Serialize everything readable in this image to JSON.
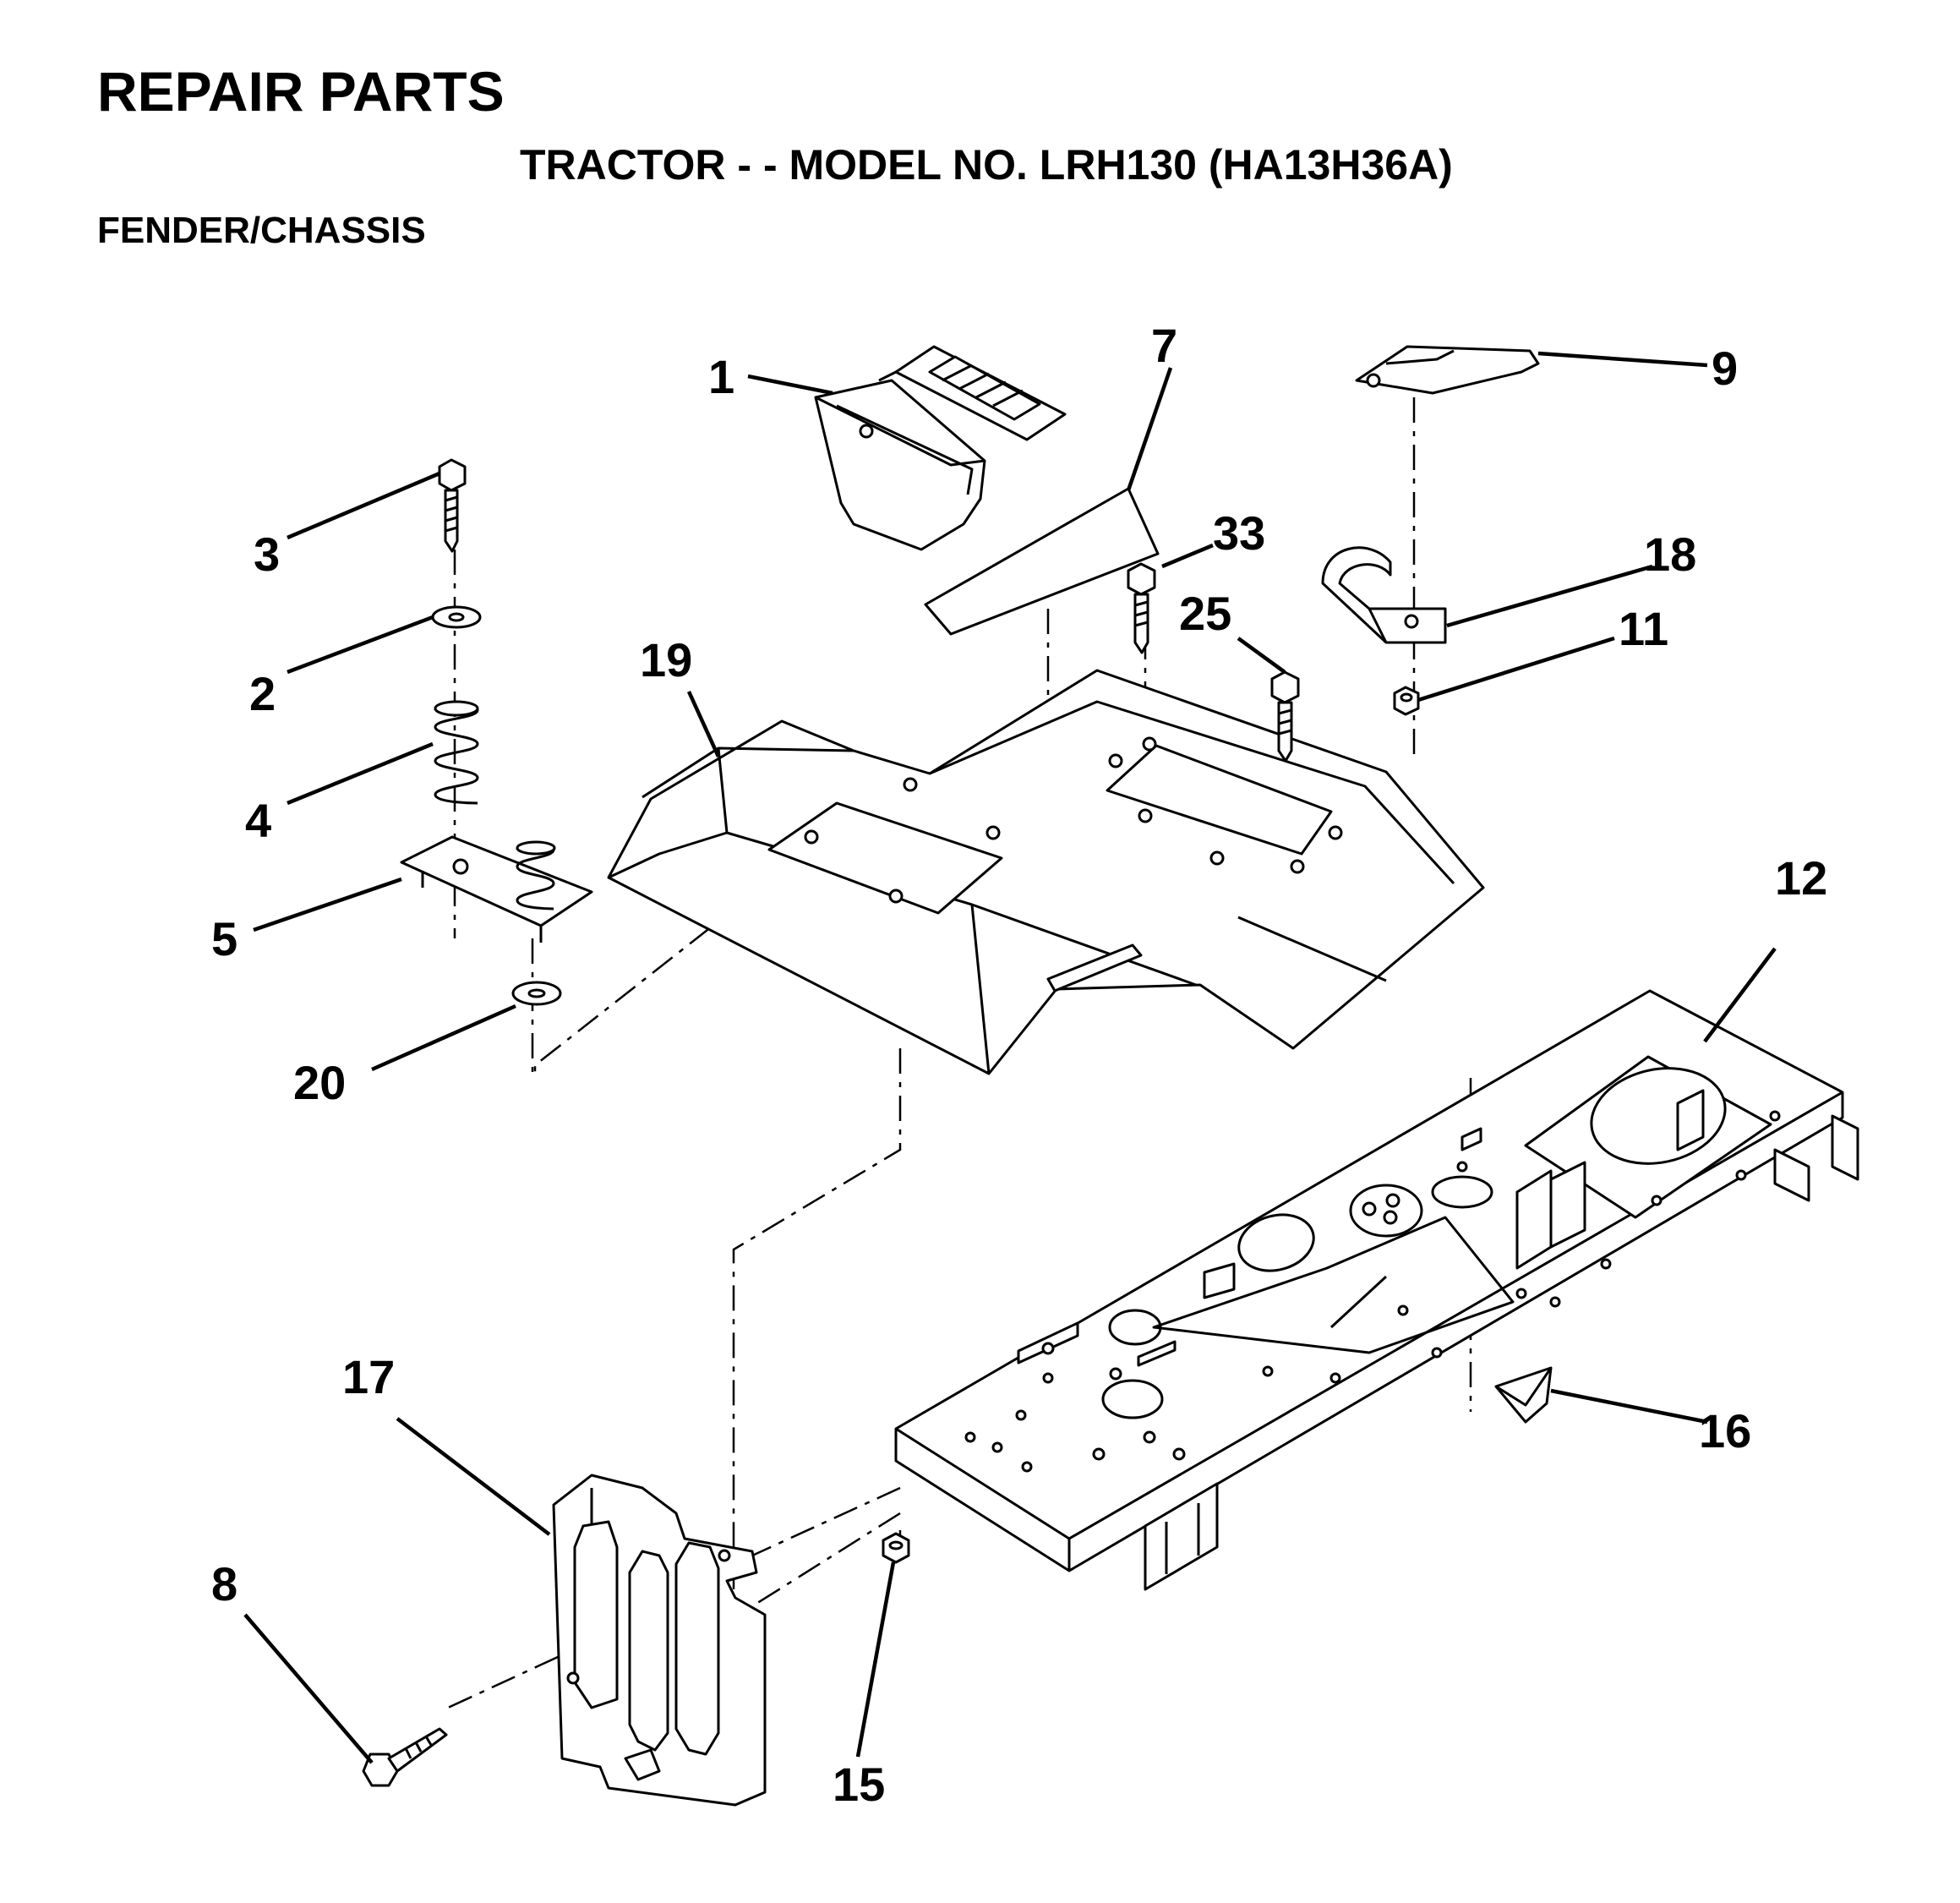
{
  "header": {
    "title": "REPAIR PARTS",
    "subtitle": "TRACTOR - - MODEL NO. LRH130 (HA13H36A)",
    "section": "FENDER/CHASSIS"
  },
  "parts": {
    "p1": "1",
    "p2": "2",
    "p3": "3",
    "p4": "4",
    "p5": "5",
    "p7": "7",
    "p8": "8",
    "p9": "9",
    "p11": "11",
    "p12": "12",
    "p15": "15",
    "p16": "16",
    "p17": "17",
    "p18": "18",
    "p19": "19",
    "p20": "20",
    "p25": "25",
    "p33": "33"
  }
}
